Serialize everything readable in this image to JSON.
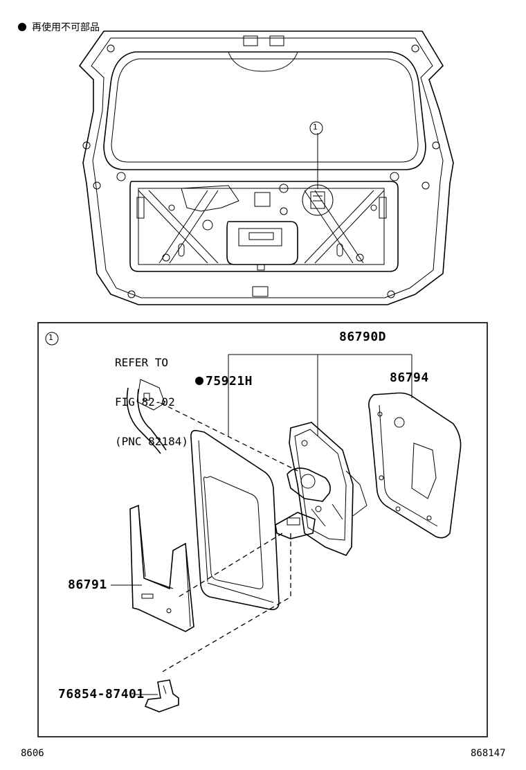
{
  "legend": {
    "text": "再使用不可部品"
  },
  "overview": {
    "callout": "1"
  },
  "detail": {
    "callout": "1",
    "refer": {
      "line1": "REFER TO",
      "line2": "FIG 82-02",
      "line3": "(PNC 82184)"
    },
    "parts": {
      "p86790D": "86790D",
      "p86794": "86794",
      "p75921H": "75921H",
      "p86791": "86791",
      "p7685487401": "76854-87401"
    }
  },
  "footer": {
    "left": "8606",
    "right": "868147"
  }
}
